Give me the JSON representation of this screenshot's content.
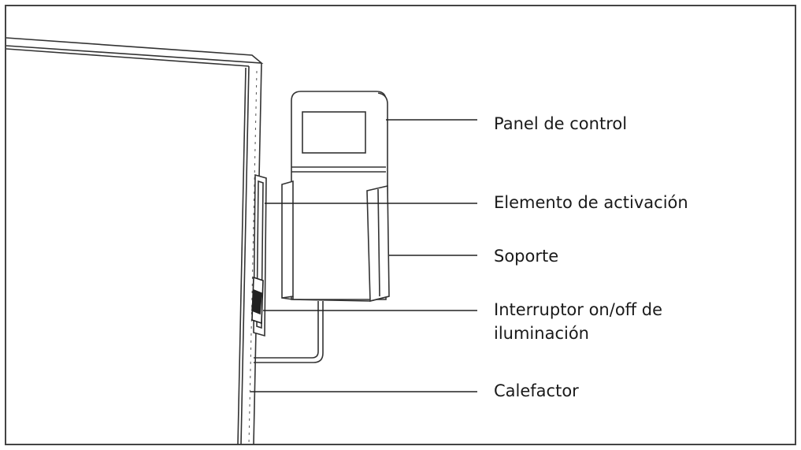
{
  "labels": {
    "panel": "Panel de control",
    "activacion": "Elemento de activación",
    "soporte": "Soporte",
    "interruptor_line1": "Interruptor on/off de",
    "interruptor_line2": "iluminación",
    "calefactor": "Calefactor"
  },
  "colors": {
    "line": "#222222",
    "frame_border": "#444444",
    "background": "#ffffff"
  }
}
